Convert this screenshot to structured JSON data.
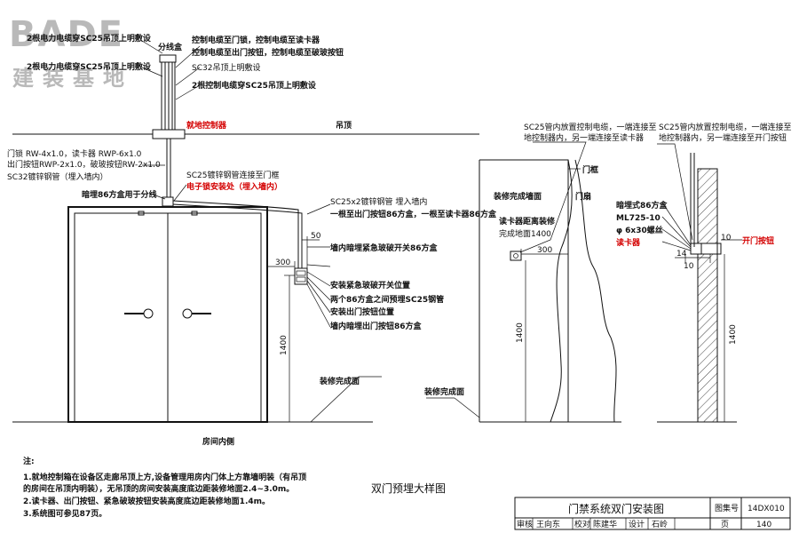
{
  "logo": {
    "brand": "BADE",
    "sub": "建装基地"
  },
  "left": {
    "top_labels": [
      "2根电力电缆穿SC25吊顶上明敷设",
      "2根电力电缆穿SC25吊顶上明敷设",
      "分线盒",
      "控制电缆至门锁，控制电缆至读卡器",
      "控制电缆至出门按钮，控制电缆至破玻按钮",
      "SC32吊顶上明敷设",
      "2根控制电缆穿SC25吊顶上明敷设",
      "就地控制器",
      "吊顶"
    ],
    "cable_labels": [
      "门锁 RW-4x1.0，读卡器 RWP-6x1.0",
      "出门按钮RWP-2x1.0，破玻按钮RW-2x1.0",
      "SC32镀锌钢管（埋入墙内）"
    ],
    "box_label": "暗埋86方盒用于分线",
    "sc25_frame": "SC25镀锌钢管连接至门框",
    "lock_red": "电子锁安装处（埋入墙内）",
    "right_labels": [
      "SC25x2镀锌钢管  埋入墙内",
      "一根至出门按钮86方盒，一根至读卡器86方盒",
      "墙内暗埋紧急玻破开关86方盒",
      "安装紧急玻破开关位置",
      "两个86方盒之间预埋SC25钢管",
      "安装出门按钮位置",
      "墙内暗埋出门按钮86方盒"
    ],
    "dims": {
      "d50": "50",
      "d300": "300",
      "d1400": "1400"
    },
    "floor": "装修完成面",
    "room": "房间内侧"
  },
  "mid": {
    "sc25_text_1": "SC25管内放置控制电缆，一端连接至",
    "sc25_text_2": "地控制器内，另一端连接至读卡器",
    "door_frame": "门框",
    "finish_wall": "装修完成墙面",
    "door_leaf": "门扇",
    "reader_1": "读卡器距离装修",
    "reader_2": "完成地面1400",
    "d300": "300",
    "d1400": "1400",
    "floor": "装修完成面"
  },
  "right": {
    "sc25_text_1": "SC25管内放置控制电缆，一端连接至",
    "sc25_text_2": "地控制器内，另一端连接至开门按钮",
    "labels": [
      "暗埋式86方盒",
      "ML725-10",
      "φ 6x30螺丝"
    ],
    "reader_red": "读卡器",
    "button_red": "开门按钮",
    "dims": {
      "d10": "10",
      "d14": "14",
      "d10b": "10",
      "d1400": "1400"
    }
  },
  "notes": {
    "title": "注:",
    "lines": [
      "1.就地控制箱在设备区走廊吊顶上方,设备管理用房内门体上方靠墙明装（有吊顶",
      "  的房间在吊顶内明装），无吊顶的房间安装高度底边距装修地面2.4~3.0m。",
      "2.读卡器、出门按钮、紧急破玻按钮安装高度底边距装修地面1.4m。",
      "3.系统图可参见87页。"
    ]
  },
  "diagram_title": "双门预埋大样图",
  "title_block": {
    "title": "门禁系统双门安装图",
    "atlas_label": "图集号",
    "atlas_value": "14DX010",
    "row": [
      "审核",
      "王向东",
      "校对",
      "陈建华",
      "设计",
      "石岭",
      "页",
      "140"
    ]
  }
}
